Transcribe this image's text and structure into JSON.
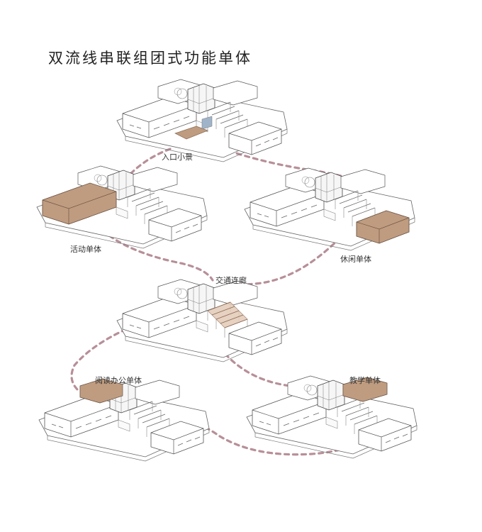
{
  "title": "双流线串联组团式功能单体",
  "labels": {
    "entrance": "入口小景",
    "activity": "活动单体",
    "leisure": "休闲单体",
    "corridor": "交通连廊",
    "reading_office": "阅读办公单体",
    "teaching": "教学单体"
  },
  "colors": {
    "highlight_wood": "#bf9c80",
    "highlight_dark": "#8d6b55",
    "path": "#b78f98",
    "line": "#555555",
    "ground": "#ffffff"
  }
}
